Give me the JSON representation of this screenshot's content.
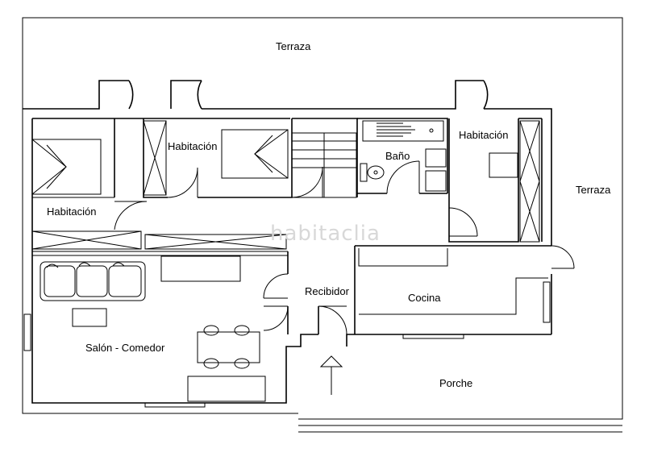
{
  "rooms": {
    "terraza_top": "Terraza",
    "terraza_right": "Terraza",
    "habitacion_left": "Habitación",
    "habitacion_center": "Habitación",
    "habitacion_right": "Habitación",
    "bano": "Baño",
    "recibidor": "Recibidor",
    "cocina": "Cocina",
    "salon_comedor": "Salón - Comedor",
    "porche": "Porche"
  },
  "watermark": "habitaclia",
  "icons": {
    "entrance": "up-arrow-icon",
    "sofa": "sofa-icon",
    "bed": "bed-icon",
    "toilet": "toilet-icon",
    "shower": "shower-icon"
  }
}
